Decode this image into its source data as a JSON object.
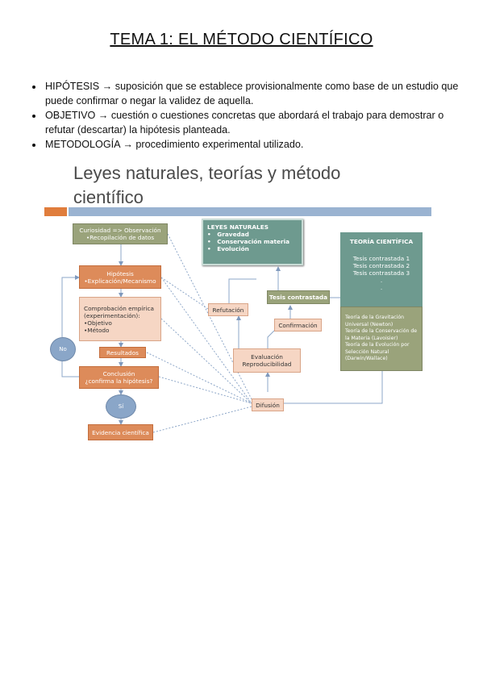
{
  "document": {
    "title": "TEMA 1: EL MÉTODO CIENTÍFICO",
    "bullets": [
      "HIPÓTESIS → suposición que se establece provisionalmente como base de un estudio que puede confirmar o negar la validez de aquella.",
      "OBJETIVO → cuestión o cuestiones concretas que abordará el trabajo para demostrar o refutar (descartar) la hipótesis planteada.",
      "METODOLOGÍA → procedimiento experimental utilizado."
    ]
  },
  "diagram": {
    "heading_line1": "Leyes naturales, teorías y método",
    "heading_line2": "científico",
    "curiosity_line1": "Curiosidad => Observación",
    "curiosity_line2": "•Recopilación de datos",
    "hypothesis_line1": "Hipótesis",
    "hypothesis_line2": "•Explicación/Mecanismo",
    "empirical_line1": "Comprobación empírica",
    "empirical_line2": "(experimentación):",
    "empirical_line3": "•Objetivo",
    "empirical_line4": "•Método",
    "results": "Resultados",
    "conclusion_line1": "Conclusión",
    "conclusion_line2": "¿confirma la hipótesis?",
    "no": "No",
    "yes": "Sí",
    "evidence": "Evidencia científica",
    "laws_title": "LEYES NATURALES",
    "laws_items": [
      "Gravedad",
      "Conservación materia",
      "Evolución"
    ],
    "refutation": "Refutación",
    "contrasted_thesis": "Tesis contrastada",
    "confirmation": "Confirmación",
    "evaluation_line1": "Evaluación",
    "evaluation_line2": "Reproducibilidad",
    "diffusion": "Difusión",
    "theory_title": "TEORÍA CIENTÍFICA",
    "theory_items": [
      "Tesis contrastada 1",
      "Tesis contrastada 2",
      "Tesis contrastada 3",
      ".",
      "."
    ],
    "theories_line1": "Teoría de la Gravitación",
    "theories_line2": "Universal (Newton)",
    "theories_line3": "Teoría de la Conservación de",
    "theories_line4": "la Materia (Lavoisier)",
    "theories_line5": "Teoría de la Evolución por",
    "theories_line6": "Selección Natural",
    "theories_line7": "(Darwin/Wallace)",
    "colors": {
      "olive": "#9aa37b",
      "orange": "#dd8b5a",
      "salmon": "#f6d6c4",
      "teal": "#6e9a8f",
      "circle": "#8aa6c8",
      "band_orange": "#e07d3c",
      "band_blue": "#9ab3d1"
    }
  }
}
